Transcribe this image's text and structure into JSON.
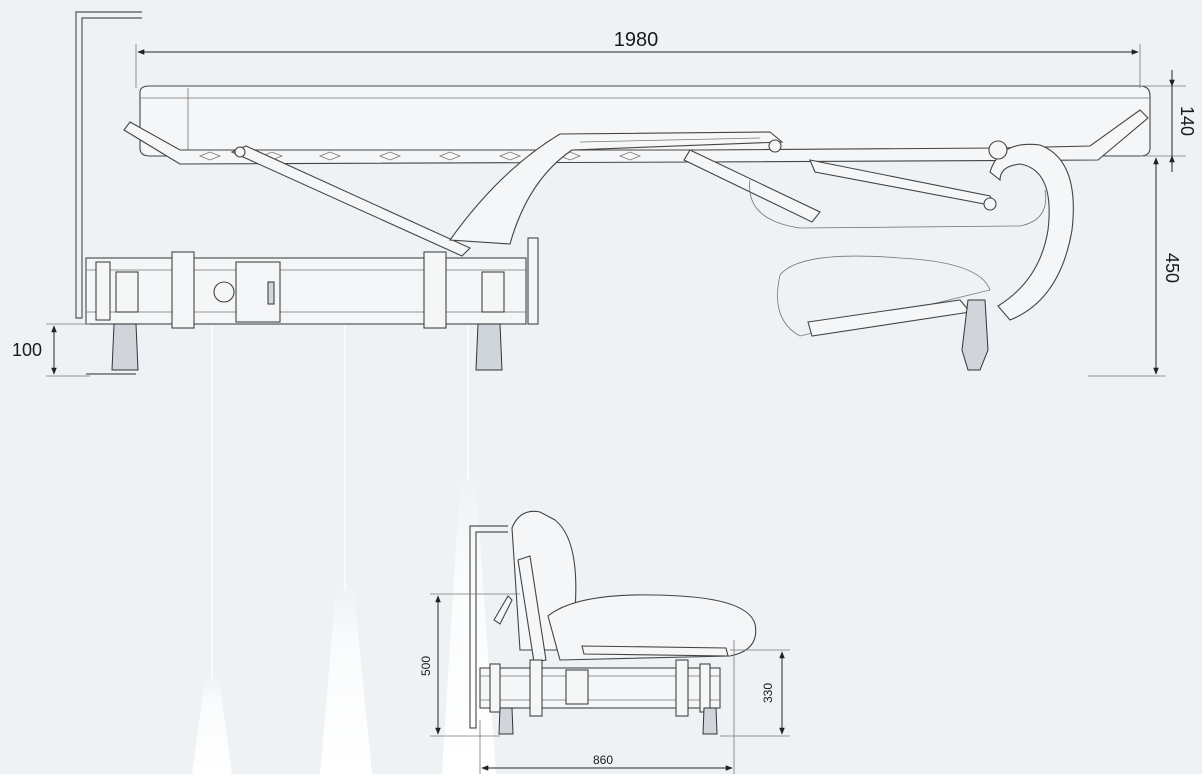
{
  "colors": {
    "background": "#eef2f5",
    "linework": "#555555",
    "dimension": "#222222",
    "lamp_glow": "#ffffff"
  },
  "bed_view": {
    "dimensions": {
      "length": "1980",
      "mattress_thickness": "140",
      "height": "450",
      "leg_height": "100"
    }
  },
  "sofa_view": {
    "dimensions": {
      "height": "500",
      "seat_height": "330",
      "depth": "860"
    }
  }
}
